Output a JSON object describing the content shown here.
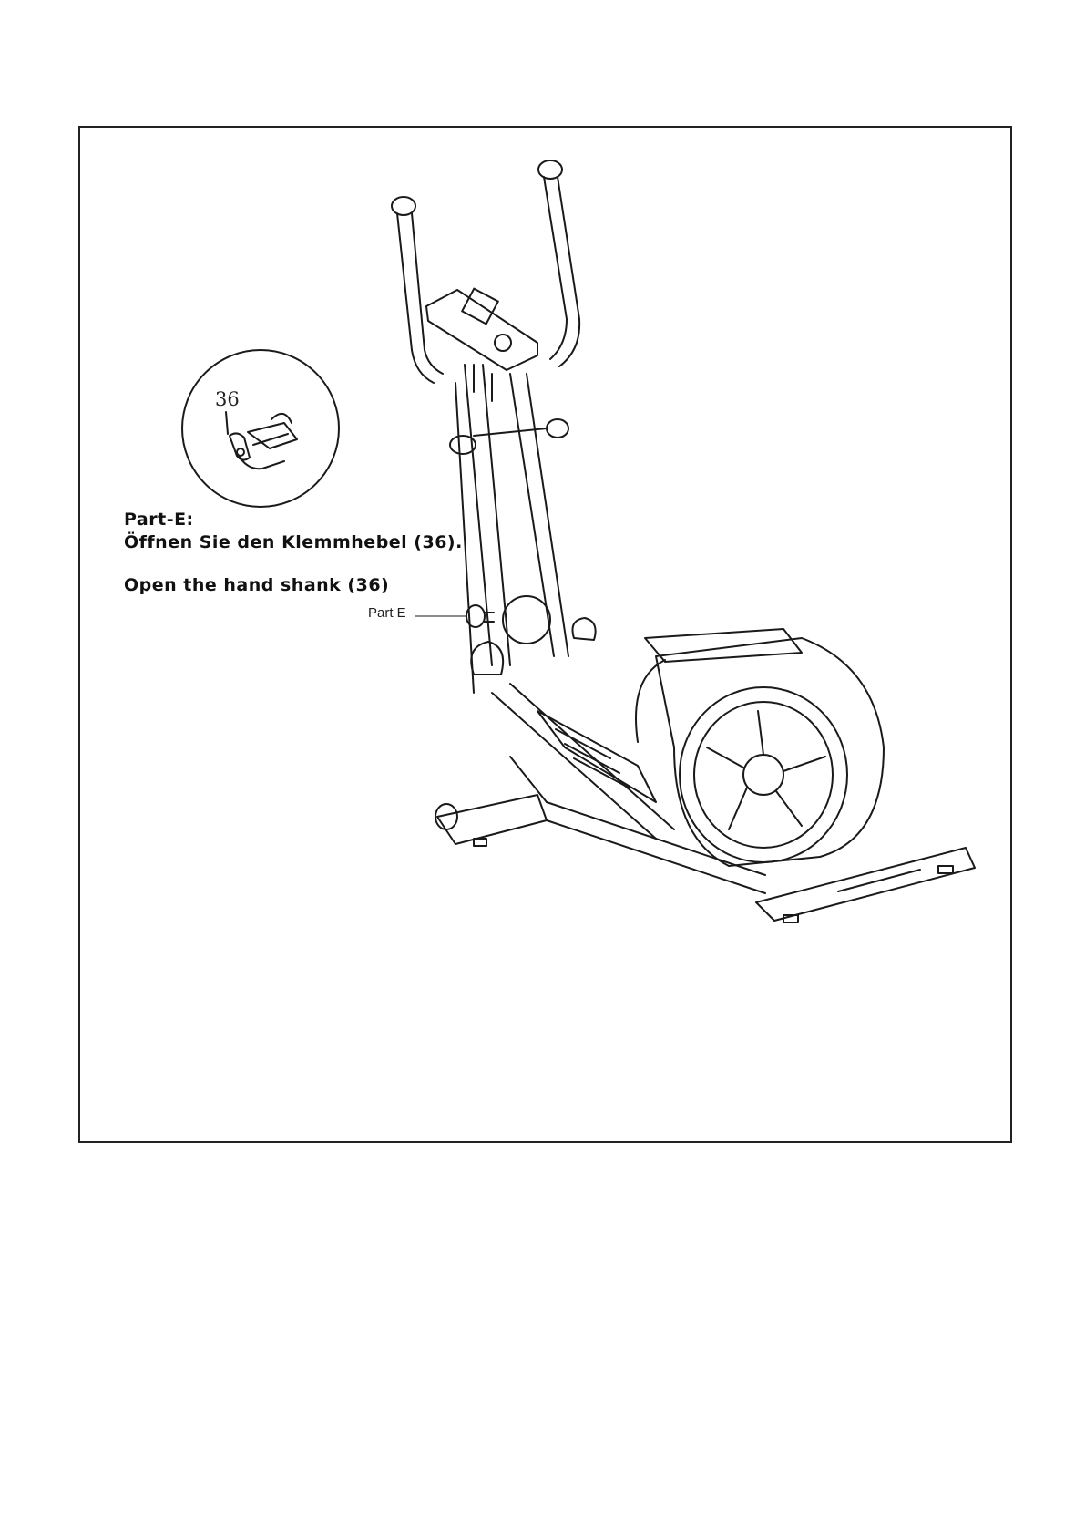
{
  "caption": {
    "title": "Part-E:",
    "german": "Öffnen Sie den Klemmhebel (36).",
    "english": "Open the hand shank (36)"
  },
  "detail": {
    "part_number": "36"
  },
  "callout": {
    "label": "Part E"
  },
  "colors": {
    "line": "#1a1a1a",
    "frame": "#222222",
    "background": "#ffffff"
  }
}
